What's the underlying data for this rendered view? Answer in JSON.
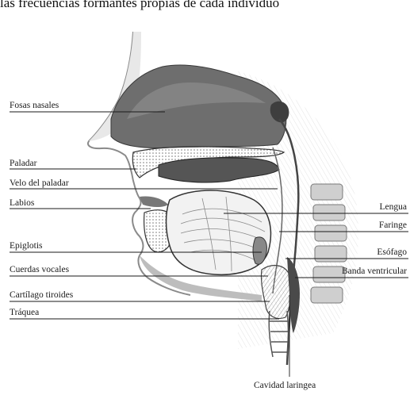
{
  "caption": "las frecuencias formantes propias de cada individuo",
  "labels": {
    "fosas_nasales": "Fosas nasales",
    "paladar": "Paladar",
    "velo_del_paladar": "Velo del paladar",
    "labios": "Labios",
    "epiglotis": "Epiglotis",
    "cuerdas_vocales": "Cuerdas vocales",
    "cartilago_tiroides": "Cartílago tiroides",
    "traquea": "Tráquea",
    "lengua": "Lengua",
    "faringe": "Faringe",
    "esofago": "Esófago",
    "banda_ventricular": "Banda ventricular",
    "cavidad_laringea": "Cavidad laringea"
  }
}
